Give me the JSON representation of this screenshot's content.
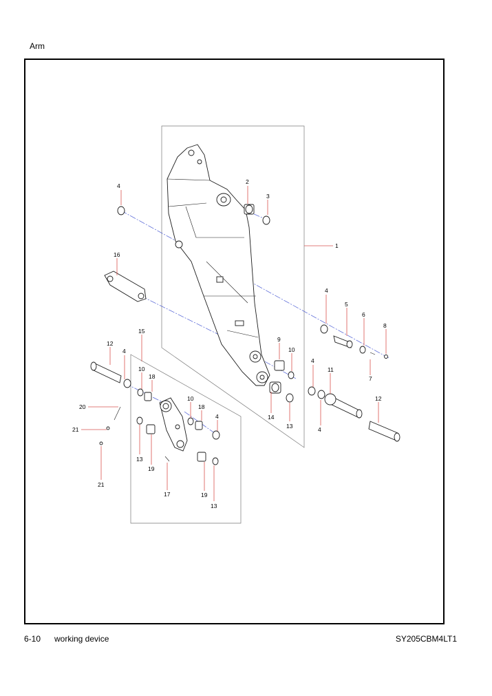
{
  "page": {
    "title": "Arm",
    "footer": {
      "section": "6-10",
      "chapter": "working device",
      "model": "SY205CBM4LT1"
    }
  },
  "diagram": {
    "callouts": [
      "1",
      "2",
      "3",
      "4",
      "4",
      "4",
      "4",
      "4",
      "4",
      "5",
      "6",
      "7",
      "8",
      "9",
      "10",
      "10",
      "10",
      "11",
      "12",
      "12",
      "13",
      "13",
      "13",
      "14",
      "15",
      "16",
      "17",
      "18",
      "18",
      "19",
      "19",
      "20",
      "21",
      "21"
    ]
  },
  "colors": {
    "leader": "#d9534f",
    "centerline": "#4a5bd4",
    "outline": "#1a1a1a"
  }
}
